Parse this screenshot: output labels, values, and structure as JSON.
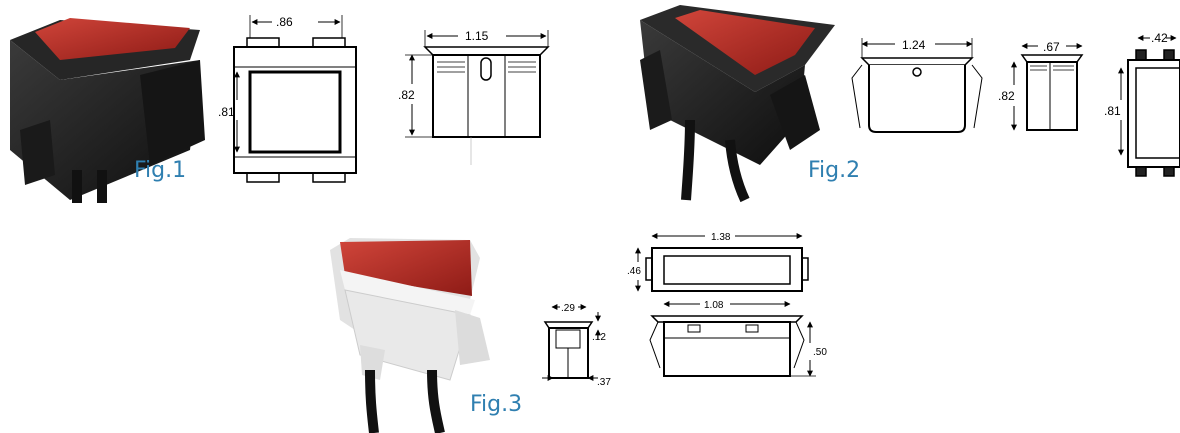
{
  "figures": [
    {
      "label": "Fig.1"
    },
    {
      "label": "Fig.2"
    },
    {
      "label": "Fig.3"
    }
  ],
  "dimensions": {
    "fig1": {
      "width": ".86",
      "height": ".81",
      "side_width": "1.15",
      "side_height": ".82"
    },
    "fig2": {
      "width": "1.24",
      "height": ".82",
      "side_width": ".67",
      "end_width": ".42",
      "end_height": ".81"
    },
    "fig3": {
      "top_width": "1.38",
      "top_height": ".46",
      "body_width": "1.08",
      "body_height": ".50",
      "side_width": ".29",
      "lip": ".12",
      "depth": ".37"
    }
  },
  "colors": {
    "accent_label": "#2f7fb0",
    "lens_red": "#b3241f",
    "housing_dark": "#1c1c1c",
    "housing_white": "#ececec"
  }
}
